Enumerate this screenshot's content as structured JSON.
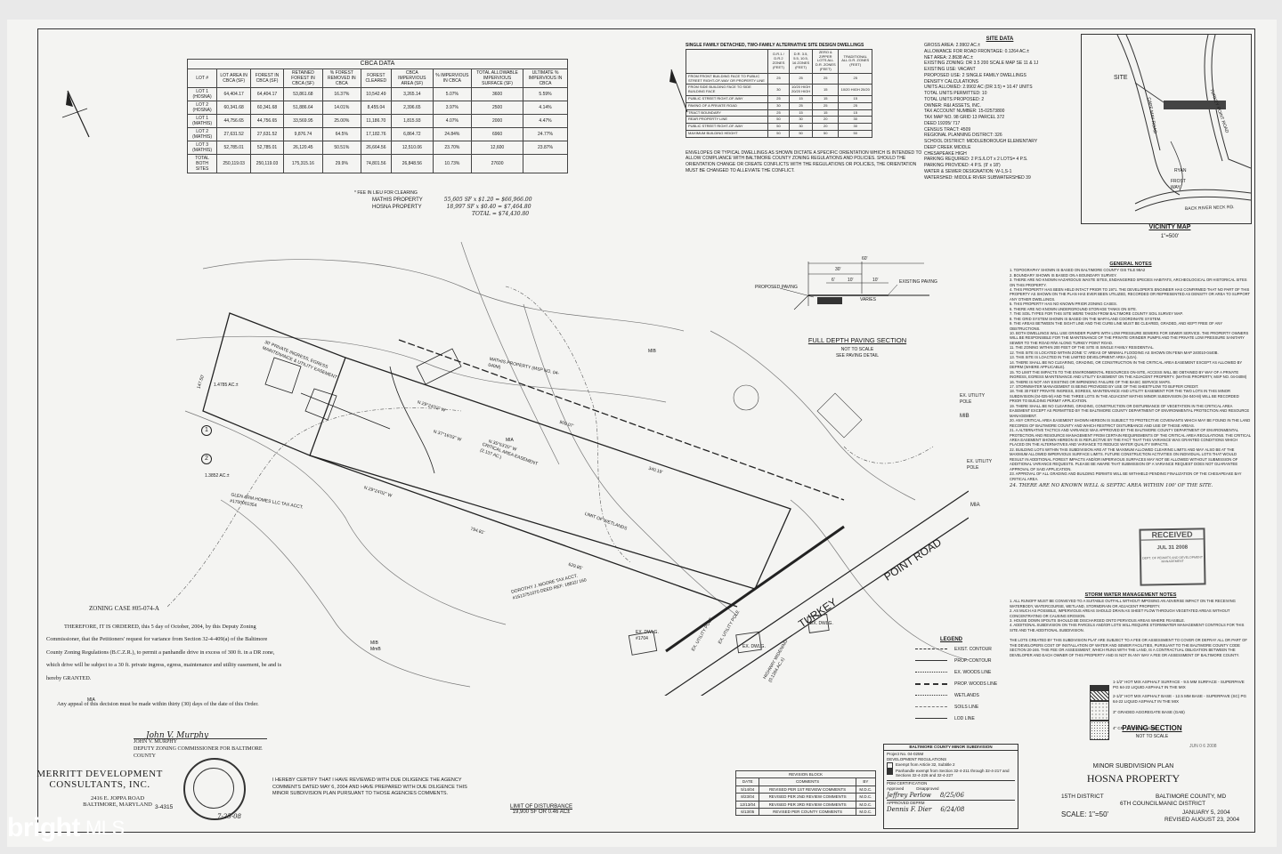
{
  "cbca": {
    "title": "CBCA DATA",
    "headers": [
      "LOT #",
      "LOT AREA IN CBCA (SF)",
      "FOREST IN CBCA (SF)",
      "RETAINED FOREST IN CBCA (SF)",
      "% FOREST REMOVED IN CBCA",
      "FOREST CLEARED",
      "CBCA IMPERVIOUS AREA (SF)",
      "% IMPERVIOUS IN CBCA",
      "TOTAL ALLOWABLE IMPERVIOUS SURFACE (SF)",
      "ULTIMATE % IMPERVIOUS IN CBCA"
    ],
    "rows": [
      [
        "LOT 1 (HOSNA)",
        "64,404.17",
        "64,404.17",
        "53,861.68",
        "16.37%",
        "10,542.49",
        "3,265.14",
        "5.07%",
        "3600",
        "5.59%"
      ],
      [
        "LOT 2 (HOSNA)",
        "60,341.68",
        "60,341.68",
        "51,886.64",
        "14.01%",
        "8,455.04",
        "2,396.65",
        "3.97%",
        "2500",
        "4.14%"
      ],
      [
        "LOT 1 (MATHIS)",
        "44,756.65",
        "44,756.65",
        "33,569.95",
        "25.00%",
        "11,186.70",
        "1,815.93",
        "4.07%",
        "2000",
        "4.47%"
      ],
      [
        "LOT 2 (MATHIS)",
        "27,631.52",
        "27,631.52",
        "9,876.74",
        "64.5%",
        "17,182.76",
        "6,864.72",
        "24.84%",
        "6960",
        "24.77%"
      ],
      [
        "LOT 3 (MATHIS)",
        "52,785.01",
        "52,785.01",
        "26,120.45",
        "50.51%",
        "26,664.56",
        "12,510.06",
        "23.70%",
        "12,600",
        "23.87%"
      ],
      [
        "TOTAL BOTH SITES",
        "250,119.03",
        "250,119.03",
        "175,315.16",
        "29.9%",
        "74,801.56",
        "26,848.56",
        "10.73%",
        "27600",
        ""
      ]
    ],
    "fee_title": "* FEE IN LIEU FOR CLEARING",
    "fee_mathis_label": "MATHIS PROPERTY",
    "fee_mathis_value": "55,605 SF x $1.20 = $66,966.00",
    "fee_hosna_label": "HOSNA PROPERTY",
    "fee_hosna_value": "18,997 SF x $0.40 = $7,464.80",
    "fee_total": "TOTAL = $74,430.80"
  },
  "alt_site": {
    "title": "SINGLE FAMILY DETACHED, TWO-FAMILY ALTERNATIVE SITE DESIGN DWELLINGS",
    "col_heads": [
      "",
      "D.R.1 / D.R.2 ZONES (FEET)",
      "D.R. 3.5, 5.5, 10.5, 16 ZONES (FEET)",
      "ZERO & ZIPPER LOTS ALL D.R. ZONES (FEET)",
      "TRADITIONAL ALL D.R. ZONES (FEET)"
    ],
    "rows": [
      [
        "FROM FRONT BUILDING FACE TO PUBLIC STREET RIGHT-OF-WAY OR PROPERTY LINE",
        "25",
        "25",
        "25",
        "25"
      ],
      [
        "FROM SIDE BUILDING FACE TO SIDE BUILDING FACE",
        "30",
        "10/20 HIGH 20/20 HIGH",
        "15",
        "10/20 HIGH 20/20"
      ],
      [
        "PUBLIC STREET RIGHT-OF-WAY",
        "25",
        "15",
        "15",
        "15"
      ],
      [
        "PAVING OF A PRIVATE ROAD",
        "30",
        "25",
        "25",
        "25"
      ],
      [
        "TRACT BOUNDARY",
        "25",
        "15",
        "15",
        "15"
      ],
      [
        "REAR PROPERTY LINE",
        "50",
        "30",
        "20",
        "30"
      ],
      [
        "PUBLIC STREET RIGHT-OF-WAY",
        "50",
        "30",
        "20",
        "30"
      ],
      [
        "MAXIMUM BUILDING HEIGHT",
        "50",
        "50",
        "50",
        "50"
      ]
    ],
    "note": "ENVELOPES OR TYPICAL DWELLINGS AS SHOWN DICTATE A SPECIFIC ORIENTATION WHICH IS INTENDED TO ALLOW COMPLIANCE WITH BALTIMORE COUNTY ZONING REGULATIONS AND POLICIES. SHOULD THE ORIENTATION CHANGE OR CREATE CONFLICTS WITH THE REGULATIONS OR POLICIES, THE ORIENTATION MUST BE CHANGED TO ALLEVIATE THE CONFLICT."
  },
  "site_data": {
    "title": "SITE DATA",
    "lines": [
      "GROSS AREA: 2.9902 AC.±",
      "ALLOWANCE FOR ROAD FRONTAGE: 0.1264 AC.±",
      "NET AREA: 2.8638 AC.±",
      "EXISTING ZONING: DR 3.5 200 SCALE MAP SE 11 & 1J",
      "EXISTING USE: VACANT",
      "PROPOSED USE: 2 SINGLE FAMILY DWELLINGS",
      "DENSITY CALCULATIONS",
      "UNITS ALLOWED: 2.9902 AC (DR 3.5) = 10.47 UNITS",
      "TOTAL UNITS PERMITTED: 10",
      "TOTAL UNITS PROPOSED: 2",
      "OWNER: R&I ASSETS, INC.",
      "TAX ACCOUNT NUMBER: 15-02573800",
      "TAX MAP NO. 98 GRID 13 PARCEL 372",
      "DEED 19205/ 717",
      "CENSUS TRACT: 4509",
      "REGIONAL PLANNING DISTRICT: 326",
      "SCHOOL DISTRICT: MIDDLEBOROUGH ELEMENTARY",
      "DEEP CREEK MIDDLE",
      "CHESAPEAKE HIGH",
      "PARKING REQUIRED: 2 P.S./LOT x 2 LOTS= 4 P.S.",
      "PARKING PROVIDED: 4 P.S. (9' x 18')",
      "WATER & SEWER DESIGNATION: W-1,S-1",
      "WATERSHED: MIDDLE RIVER   SUBWATERSHED 39"
    ]
  },
  "vicinity": {
    "title": "VICINITY MAP",
    "scale": "1\"=500'",
    "site_label": "SITE",
    "roads": [
      "TURKEY POINT ROAD",
      "CAPE MAY ROAD",
      "RYAN",
      "FROST WAY",
      "BACK RIVER NECK RD."
    ]
  },
  "general_notes": {
    "title": "GENERAL NOTES",
    "notes": [
      "1. TOPOGRAPHY SHOWN IS BASED ON BALTIMORE COUNTY GIS TILE 98A2",
      "2. BOUNDARY SHOWN IS BASED ON A BOUNDARY SURVEY.",
      "3. THERE ARE NO KNOWN HAZARDOUS WASTE SITES, ENDANGERED SPECIES HABITATS, ARCHEOLOGICAL OR HISTORICAL SITES ON THIS PROPERTY.",
      "4. THIS PROPERTY HAS BEEN HELD INTACT PRIOR TO 1971. THE DEVELOPER'S ENGINEER HAS CONFIRMED THAT NO PART OF THIS PROPERTY AS SHOWN ON THE PLAN HAS EVER BEEN UTILIZED, RECORDED OR REPRESENTED AS DENSITY OR AREA TO SUPPORT ANY OTHER DWELLINGS.",
      "5. THIS PROPERTY HAS NO KNOWN PRIOR ZONING CASES.",
      "6. THERE ARE NO KNOWN UNDERGROUND STORAGE TANKS ON SITE.",
      "7. THE SOIL TYPES FOR THIS SITE WERE TAKEN FROM BALTIMORE COUNTY SOIL SURVEY MAP.",
      "8. THE GRID SYSTEM SHOWN IS BASED ON THE MARYLAND COORDINATE SYSTEM.",
      "9. THE AREAS BETWEEN THE SIGHT LINE AND THE CURB LINE MUST BE CLEARED, GRADED, AND KEPT FREE OF ANY OBSTRUCTIONS.",
      "10. BOTH DWELLINGS WILL USE GRINDER PUMPS WITH LOW PRESSURE SEWERS FOR SEWER SERVICE. THE PROPERTY OWNERS WILL BE RESPONSIBLE FOR THE MAINTENANCE OF THE PRIVATE GRINDER PUMPS AND THE PRIVATE LOW PRESSURE SANITARY SEWER TO THE ROAD R/W ALONG TURKEY POINT ROAD.",
      "11. THE ZONING WITHIN 200 FEET OF THE SITE IS SINGLE FAMILY RESIDENTIAL.",
      "12. THIS SITE IS LOCATED WITHIN ZONE 'C' AREAS OF MINIMAL FLOODING AS SHOWN ON FEMA MAP 240010-0440B.",
      "13. THIS SITE IS LOACTED IN THE LIMITED DEVELOPMENT AREA (LDA).",
      "14. THERE SHALL BE NO CLEARING, GRADING, OR CONSTRUCTION IN THE CRITICAL AREA EASEMENT EXCEPT AS ALLOWED BY DEPRM (WHERE APPLICABLE).",
      "15. TO LIMIT THE IMPACTS TO THE ENVIRONMENTAL RESOURCES ON-SITE, ACCESS WILL BE OBTAINED BY WAY OF A PRIVATE INGRESS, EGRESS MAINTENANCE AND UTILITY EASEMENT ON THE ADJACENT PROPERTY. (MATHIS PROPERTY, MSP NO. 04-040M)",
      "16. THERE IS NOT ANY EXISTING OR IMPENDING FAILURE OF THE BASIC SERVICE MAPS.",
      "17. STORMWATER MANAGEMENT IS BEING PROVIDED BY USE OF THE SHEETFLOW TO BUFFER CREDIT.",
      "18. THE 30 FEET PRIVATE INGRESS, EGRESS, MAINTENANCE AND UTILITY EASEMENT FOR THE TWO LOTS IN THIS MINOR SUBDIVISION (04-025-M) AND THE THREE LOTS IN THE ADJACENT MATHIS MINOR SUBDIVISION (04-040-M) WILL BE RECORDED PRIOR TO BUILDING PERMIT APPLICATION.",
      "19. THERE SHALL BE NO CLEARING, GRADING, CONSTRUCTION OR DISTURBANCE OF VEGETATION IN THE CRITICAL AREA EASEMENT EXCEPT AS PERMITTED BY THE BALTIMORE COUNTY DEPARTMENT OF ENVIRONMENTAL PROTECTION AND RESOURCE MANAGEMENT.",
      "20. ANY CRITICAL AREA EASEMENT SHOWN HEREON IS SUBJECT TO PROTECTIVE COVENANTS WHICH MAY BE FOUND IN THE LAND RECORDS OF BALTIMORE COUNTY AND WHICH RESTRICT DISTURBANCE AND USE OF THESE AREAS.",
      "21. A ALTERNATIVE TACTICS AND VARIANCE WAS APPROVED BY THE BALTIMORE COUNTY DEPARTMENT OF ENVIRONMENTAL PROTECTION AND RESOURCE MANAGEMENT FROM CERTAIN REQUIREMENTS OF THE CRITICAL AREA REGULATIONS. THE CRITICAL AREA EASEMENT SHOWN HEREON IS IS REFLECTIVE BY THE FACT THAT THIS VARIANCE WAS GRANTED CONDITIONS WHICH PLACED ON THE ALTERNATIVES AND VARIANCE TO REDUCE WATER QUALITY IMPACTS.",
      "22. BUILDING LOTS WITHIN THIS SUBDIVISION ARE AT THE MAXIMUM ALLOWED CLEARING LIMITS AND MAY ALSO BE AT THE MAXIMUM ALLOWED IMPERVIOUS SURFACE LIMITS. FUTURE CONSTRUCTION ACTIVITIES ON INDIVIDUAL LOTS THAT WOULD RESULT IN ADDITIONAL FOREST IMPACTS AND/OR IMPERVIOUS SURFACES MAY NOT BE ALLOWED WITHOUT SUBMISSION OF ADDITIONAL VARIANCE REQUESTS. PLEASE BE AWARE THAT SUBMISSION OF A VARIANCE REQUEST DOES NOT GUARANTEE APPROVAL OF SAID APPLICATION.",
      "23. APPROVAL OF ALL GRADING AND BUILDING PERMITS WILL BE WITHHELD PENDING FINALIZATION OF THE CHESAPEAKE BAY CRITICAL AREA."
    ],
    "note24": "24. THERE ARE NO KNOWN WELL & SEPTIC AREA WITHIN 100' OF THE SITE."
  },
  "received": {
    "title": "RECEIVED",
    "date": "JUL 31 2008",
    "dept": "DEPT. OF PERMITS AND DEVELOPMENT MANAGEMENT"
  },
  "swm": {
    "title": "STORM WATER MANAGEMENT NOTES",
    "notes": [
      "1. ALL RUNOFF MUST BE CONVEYED TO A SUITABLE OUTFALL WITHOUT IMPOSING AN ADVERSE IMPACT ON THE RECEIVING WATERBODY, WATERCOURSE, WETLAND, STORMDRAIN OR ADJACENT PROPERTY.",
      "2. AS MUCH AS POSSIBLE, IMPERVIOUS AREAS SHOULD DRAIN AS SHEET FLOW THROUGH VEGETATED AREAS WITHOUT CONCENTRATING OR CAUSING EROSION.",
      "3. HOUSE DOWN SPOUTS SHOULD BE DISCHARGED ONTO PERVIOUS AREAS WHERE FEASIBLE.",
      "4. ADDITIONAL SUBDIVISION ON THIS PARCELS AND/OR LOTS WILL REQUIRE STORMWATER MANAGEMENT CONTROLS FOR THIS SITE AND THE ADDITIONAL SUBDIVISION."
    ],
    "charges": "THE LOTS CREATED BY THIS SUBDIVISION PLAT ARE SUBJECT TO A FEE OR ASSESSMENT TO COVER OR DEFRAY ALL OR PART OF THE DEVELOPERS COST OF INSTALLATION OF WATER AND SEWER FACILITIES, PURSUANT TO THE BALTIMORE COUNTY CODE SECTION 20-246. THIS FEE OR ASSESSMENT, WHICH RUNS WITH THE LAND, IS A CONTRACTUAL OBLIGATION BETWEEN THE DEVELOPER AND EACH OWNER OF THIS PROPERTY AND IS NOT IN ANY WAY A FEE OR ASSESSMENT OF BALTIMORE COUNTY."
  },
  "paving_detail": {
    "title": "FULL DEPTH PAVING SECTION",
    "subtitle1": "NOT TO SCALE",
    "subtitle2": "SEE PAVING DETAIL",
    "dims": [
      "60'",
      "30'",
      "6'",
      "10'",
      "10'"
    ],
    "labels": [
      "PROPOSED PAVING",
      "EXISTING PAVING",
      "VARIES"
    ]
  },
  "paving_section": {
    "title": "PAVING SECTION",
    "scale": "NOT TO SCALE",
    "layers": [
      "1-1/2\" HOT MIX ASPHALT SURFACE - 9.5 MM SURFACE - SUPERPAVE PG 64-22 LIQUID ASPHALT IN THE MIX",
      "2-1/2\" HOT MIX ASPHALT BASE - 12.5 MM BASE - SUPERPAVE (SC) PG 64-22 LIQUID ASPHALT IN THE MIX",
      "3\" GRADED AGGREGATE BASE (GAB)",
      "4\" CR - 1 / CR - 6 / GAB"
    ]
  },
  "legend": {
    "title": "LEGEND",
    "items": [
      "EXIST. CONTOUR",
      "PROP. CONTOUR",
      "EX. WOODS LINE",
      "PROP. WOODS LINE",
      "WETLANDS",
      "SOILS LINE",
      "LOD LINE"
    ]
  },
  "plan_labels": {
    "mathis": "MATHIS PROPERTY (MSP NO. 04-040M)",
    "glen_arm": "GLEN ARM HOMES LLC TAX ACCT. #1700001354",
    "moore": "DOROTHY J. MOORE TAX ACCT. #1513751070 DEED REF: 18832/ 160",
    "easement": "30' PRIVATE INGRESS, EGRESS MAINTENANCE & UTILITY EASEMENT",
    "critical_area": "CRITICAL AREA EASEMENT (2.137 AC.)",
    "limit_wetlands": "LIMIT OF WETLANDS",
    "turkey": "TURKEY",
    "point_road": "POINT ROAD",
    "widening": "HIGHWAY WIDENING (0.1264 AC.±)",
    "lot1_area": "1.4785 AC.±",
    "lot2_area": "1.3852 AC.±",
    "lot1": "1",
    "lot2": "2",
    "bearings": [
      "N 29°24'02\" W",
      "N 29°24'02\" W",
      "N 37°16'03\" W",
      "N 35°53'20\" W"
    ],
    "distances": [
      "909.07'",
      "629.85'",
      "794.81'",
      "340.19'",
      "147.50'"
    ],
    "ex_dwlg": [
      "EX. DWLG. #1704",
      "EX. DWLG.",
      "EX. DWLG."
    ],
    "mib": [
      "MIB",
      "MIB",
      "MIB MmB",
      "MIA",
      "MIA",
      "MIA"
    ],
    "ex_utility_pole": [
      "EX. UTILITY POLE",
      "EX. UTILITY POLE",
      "EX. UTILITY POLE",
      "EX. UTILITY POLE"
    ]
  },
  "zoning": {
    "case": "ZONING CASE #05-074-A",
    "order": "THEREFORE, IT IS ORDERED, this 5 day of October, 2004, by this Deputy Zoning Commissioner, that the Petitioners' request for variance from Section 32-4-409(a) of the Baltimore County Zoning Regulations (B.C.Z.R.), to permit a panhandle drive in excess of 300 ft. in a DR zone, which drive will be subject to a 30 ft. private ingress, egress, maintenance and utility easement, be and is hereby GRANTED.",
    "appeal": "Any appeal of this decision must be made within thirty (30) days of the date of this Order.",
    "signer": "JOHN V. MURPHY",
    "signer_title": "DEPUTY ZONING COMMISSIONER FOR BALTIMORE COUNTY",
    "signature": "John V. Murphy"
  },
  "company": {
    "name1": "MERRITT DEVELOPMENT",
    "name2": "CONSULTANTS, INC.",
    "address": "2416 E. JOPPA ROAD",
    "city": "BALTIMORE, MARYLAND",
    "phone": "3-4315",
    "seal_date": "7-25-08"
  },
  "certify": "I HEREBY CERTIFY THAT I HAVE REVIEWED WITH DUE DILIGENCE THE AGENCY COMMENTS DATED MAY 6, 2004 AND HAVE PREPARED WITH DUE DILIGENCE THIS MINOR SUBDIVISION PLAN PURSUANT TO THOSE AGENCIES COMMENTS.",
  "lod": {
    "title": "LIMIT OF DISTURBANCE",
    "value": "19,900 SF OR 0.46 AC±"
  },
  "revision": {
    "title": "REVISION BLOCK",
    "headers": [
      "DATE",
      "COMMENTS",
      "BY"
    ],
    "rows": [
      [
        "5/14/04",
        "REVISED PER 1ST REVIEW COMMENTS",
        "M.D.C."
      ],
      [
        "8/23/04",
        "REVISED PER 2ND REVIEW COMMENTS",
        "M.D.C."
      ],
      [
        "12/13/04",
        "REVISED PER 3RD REVIEW COMMENTS",
        "M.D.C."
      ],
      [
        "6/13/05",
        "REVISED PER COUNTY COMMENTS",
        "M.D.C."
      ]
    ]
  },
  "approval": {
    "title": "BALTIMORE COUNTY MINOR SUBDIVISION",
    "project": "Project No. 04-025M",
    "dev_reg": "DEVELOPMENT REGULATIONS",
    "exempt1": "Exempt from Article 32, Subtitle 2",
    "exempt2": "Panhandle exempt from Section 32-4-211 through 32-4-217 and Sections 32-4-226 and 32-4-227",
    "pdm": "PDM CERTIFICATION",
    "approved": "Approved",
    "disapproved": "Disapproved",
    "by_sig": "Jeffrey Perlow",
    "by_date": "8/25/06",
    "approved_depr": "APPROVED DEPRM",
    "depr_sig": "Dennis F. Dier",
    "depr_date": "6/24/08"
  },
  "title_block": {
    "type": "MINOR SUBDIVISION PLAN",
    "property": "HOSNA PROPERTY",
    "district": "15TH DISTRICT",
    "county": "BALTIMORE COUNTY, MD",
    "council": "6TH COUNCILMANIC DISTRICT",
    "scale": "SCALE: 1\"=50'",
    "date": "JANUARY 5, 2004",
    "revised": "REVISED AUGUST 23, 2004",
    "jun_stamp": "JUN 0 6 2008"
  },
  "watermark": {
    "brand": "bright",
    "suffix": "MLS"
  }
}
